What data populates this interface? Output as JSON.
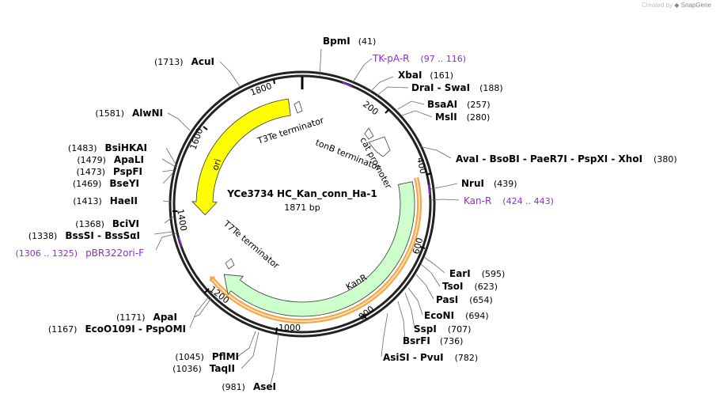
{
  "watermark": {
    "prefix": "Created by",
    "brand": "SnapGene"
  },
  "plasmid": {
    "name": "YCe3734 HC_Kan_conn_Ha-1",
    "length_label": "1871 bp",
    "length": 1871
  },
  "ticks": [
    {
      "bp": 200,
      "label": "200"
    },
    {
      "bp": 400,
      "label": "400"
    },
    {
      "bp": 600,
      "label": "600"
    },
    {
      "bp": 800,
      "label": "800"
    },
    {
      "bp": 1000,
      "label": "1000"
    },
    {
      "bp": 1200,
      "label": "1200"
    },
    {
      "bp": 1400,
      "label": "1400"
    },
    {
      "bp": 1600,
      "label": "1600"
    },
    {
      "bp": 1800,
      "label": "1800"
    }
  ],
  "features": [
    {
      "name": "ori",
      "type": "rep_origin",
      "color": "#ffff00",
      "start": 1370,
      "end": 1832,
      "strand": -1
    },
    {
      "name": "KanR",
      "type": "cds",
      "color": "#ccffcc",
      "start": 408,
      "end": 1185,
      "strand": -1
    },
    {
      "name": "T3Te terminator",
      "type": "terminator"
    },
    {
      "name": "tonB terminator",
      "type": "terminator"
    },
    {
      "name": "cat promoter",
      "type": "promoter"
    },
    {
      "name": "T7Te terminator",
      "type": "terminator"
    }
  ],
  "orf_color": "#f4a445",
  "enzymes": [
    {
      "name": "BpmI",
      "pos": "(41)"
    },
    {
      "name": "XbaI",
      "pos": "(161)"
    },
    {
      "name": "DraI  -  SwaI",
      "pos": "(188)"
    },
    {
      "name": "BsaAI",
      "pos": "(257)"
    },
    {
      "name": "MslI",
      "pos": "(280)"
    },
    {
      "name": "AvaI  -  BsoBI  -  PaeR7I  -  PspXI  -  XhoI",
      "pos": "(380)"
    },
    {
      "name": "NruI",
      "pos": "(439)"
    },
    {
      "name": "EarI",
      "pos": "(595)"
    },
    {
      "name": "TsoI",
      "pos": "(623)"
    },
    {
      "name": "PasI",
      "pos": "(654)"
    },
    {
      "name": "EcoNI",
      "pos": "(694)"
    },
    {
      "name": "SspI",
      "pos": "(707)"
    },
    {
      "name": "BsrFI",
      "pos": "(736)"
    },
    {
      "name": "AsiSI  -  PvuI",
      "pos": "(782)"
    },
    {
      "name": "AseI",
      "pos": "(981)"
    },
    {
      "name": "TaqII",
      "pos": "(1036)"
    },
    {
      "name": "PflMI",
      "pos": "(1045)"
    },
    {
      "name": "EcoO109I  -  PspOMI",
      "pos": "(1167)"
    },
    {
      "name": "ApaI",
      "pos": "(1171)"
    },
    {
      "name": "BssSI  -  BssSαI",
      "pos": "(1338)"
    },
    {
      "name": "BciVI",
      "pos": "(1368)"
    },
    {
      "name": "HaeII",
      "pos": "(1413)"
    },
    {
      "name": "BseYI",
      "pos": "(1469)"
    },
    {
      "name": "PspFI",
      "pos": "(1473)"
    },
    {
      "name": "ApaLI",
      "pos": "(1479)"
    },
    {
      "name": "BsiHKAI",
      "pos": "(1483)"
    },
    {
      "name": "AlwNI",
      "pos": "(1581)"
    },
    {
      "name": "AcuI",
      "pos": "(1713)"
    }
  ],
  "primers": [
    {
      "name": "TK-pA-R",
      "range": "(97 .. 116)"
    },
    {
      "name": "Kan-R",
      "range": "(424 .. 443)"
    },
    {
      "name": "pBR322ori-F",
      "range": "(1306 .. 1325)"
    }
  ]
}
